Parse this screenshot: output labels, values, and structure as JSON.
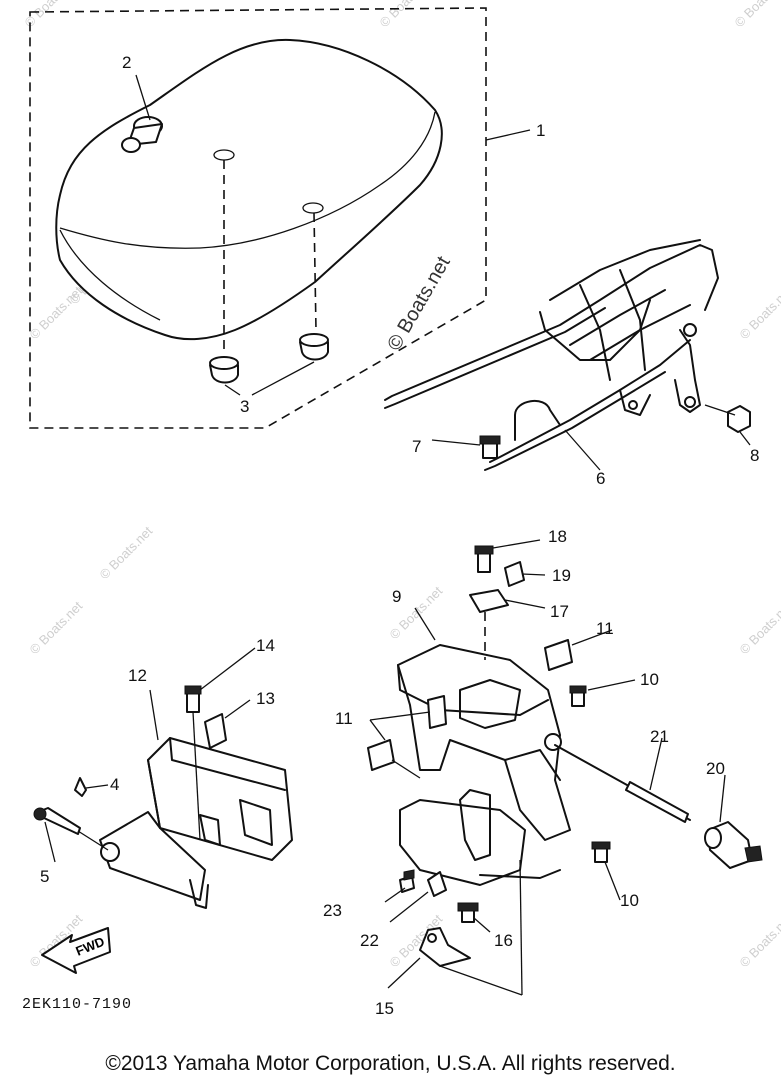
{
  "diagram": {
    "callouts": {
      "c1": "1",
      "c2": "2",
      "c3": "3",
      "c4": "4",
      "c5": "5",
      "c6": "6",
      "c7": "7",
      "c8": "8",
      "c9": "9",
      "c10a": "10",
      "c10b": "10",
      "c11a": "11",
      "c11b": "11",
      "c12": "12",
      "c13": "13",
      "c14": "14",
      "c15": "15",
      "c16": "16",
      "c17": "17",
      "c18": "18",
      "c19": "19",
      "c20": "20",
      "c21": "21",
      "c22": "22",
      "c23": "23"
    },
    "diagram_code": "2EK110-7190",
    "direction_marker": "FWD",
    "watermark_main": "© Boats.net",
    "watermark_small": "© Boats.net"
  },
  "footer": {
    "copyright": "©2013 Yamaha Motor Corporation, U.S.A. All rights reserved."
  }
}
